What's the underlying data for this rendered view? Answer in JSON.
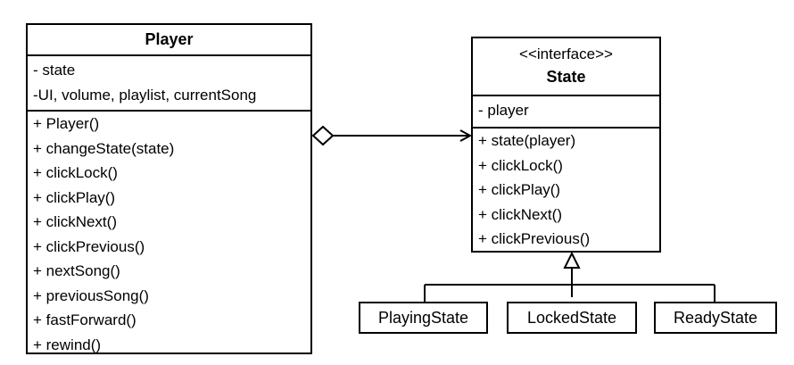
{
  "player_class": {
    "name": "Player",
    "attributes": [
      "- state",
      "-UI, volume, playlist, currentSong"
    ],
    "methods": [
      "+ Player()",
      "+ changeState(state)",
      "+ clickLock()",
      "+ clickPlay()",
      "+ clickNext()",
      "+ clickPrevious()",
      "+ nextSong()",
      "+ previousSong()",
      "+ fastForward()",
      "+ rewind()"
    ]
  },
  "state_interface": {
    "stereotype": "<<interface>>",
    "name": "State",
    "attributes": [
      "- player"
    ],
    "methods": [
      "+ state(player)",
      "+ clickLock()",
      "+ clickPlay()",
      "+ clickNext()",
      "+ clickPrevious()"
    ]
  },
  "subclasses": [
    "PlayingState",
    "LockedState",
    "ReadyState"
  ]
}
